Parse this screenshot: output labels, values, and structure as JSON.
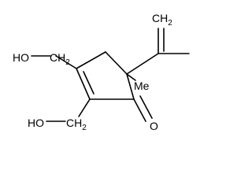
{
  "labels": {
    "ho_left": "HO",
    "ch2_left": "CH",
    "ch2_left_sub": "2",
    "ch2_top": "CH",
    "ch2_top_sub": "2",
    "me": "Me",
    "ho_bottom": "HO",
    "ch2_bottom": "CH",
    "ch2_bottom_sub": "2",
    "o": "O"
  },
  "colors": {
    "ink": "#000000",
    "background": "#ffffff"
  }
}
